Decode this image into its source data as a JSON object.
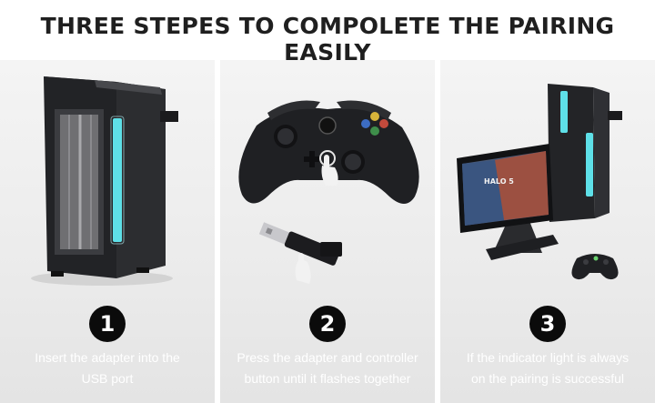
{
  "title": "THREE STEPES TO COMPOLETE THE PAIRING EASILY",
  "steps": [
    {
      "number": "1",
      "line1": "Insert the adapter into the",
      "line2": "USB port"
    },
    {
      "number": "2",
      "line1": "Press the adapter and controller",
      "line2": "button until  it flashes together"
    },
    {
      "number": "3",
      "line1": "If the indicator light is always",
      "line2": "on the pairing is successful"
    }
  ],
  "monitor_text": "HALO 5",
  "colors": {
    "accent_light": "#5ee0e8",
    "badge": "#0b0b0b",
    "text_light": "#ffffff",
    "title": "#1f1f1f"
  }
}
